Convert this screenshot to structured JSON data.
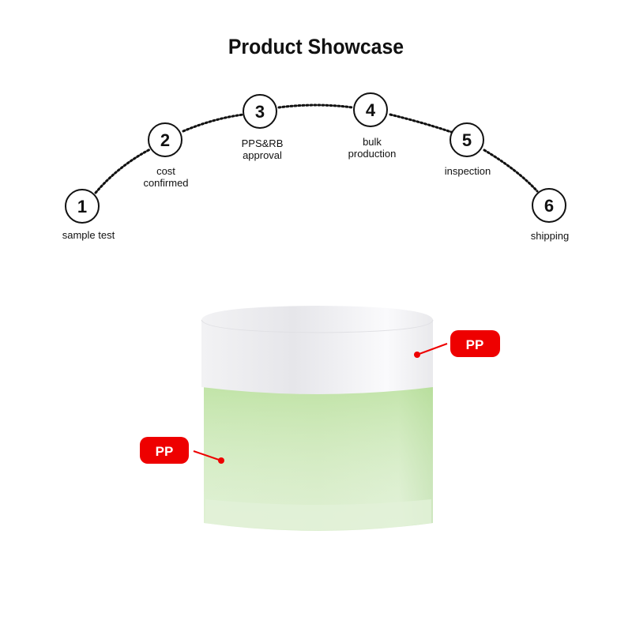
{
  "title": "Product Showcase",
  "steps": [
    {
      "number": "1",
      "label_lines": [
        "sample test"
      ]
    },
    {
      "number": "2",
      "label_lines": [
        "cost",
        "confirmed"
      ]
    },
    {
      "number": "3",
      "label_lines": [
        "PPS&RB",
        "approval"
      ]
    },
    {
      "number": "4",
      "label_lines": [
        "bulk",
        "production"
      ]
    },
    {
      "number": "5",
      "label_lines": [
        "inspection"
      ]
    },
    {
      "number": "6",
      "label_lines": [
        "shipping"
      ]
    }
  ],
  "material_tags": {
    "lid": "PP",
    "body": "PP"
  },
  "colors": {
    "tag": "#ee0000",
    "jar_body": "#c8e6b4",
    "lid": "#f4f4f6"
  }
}
